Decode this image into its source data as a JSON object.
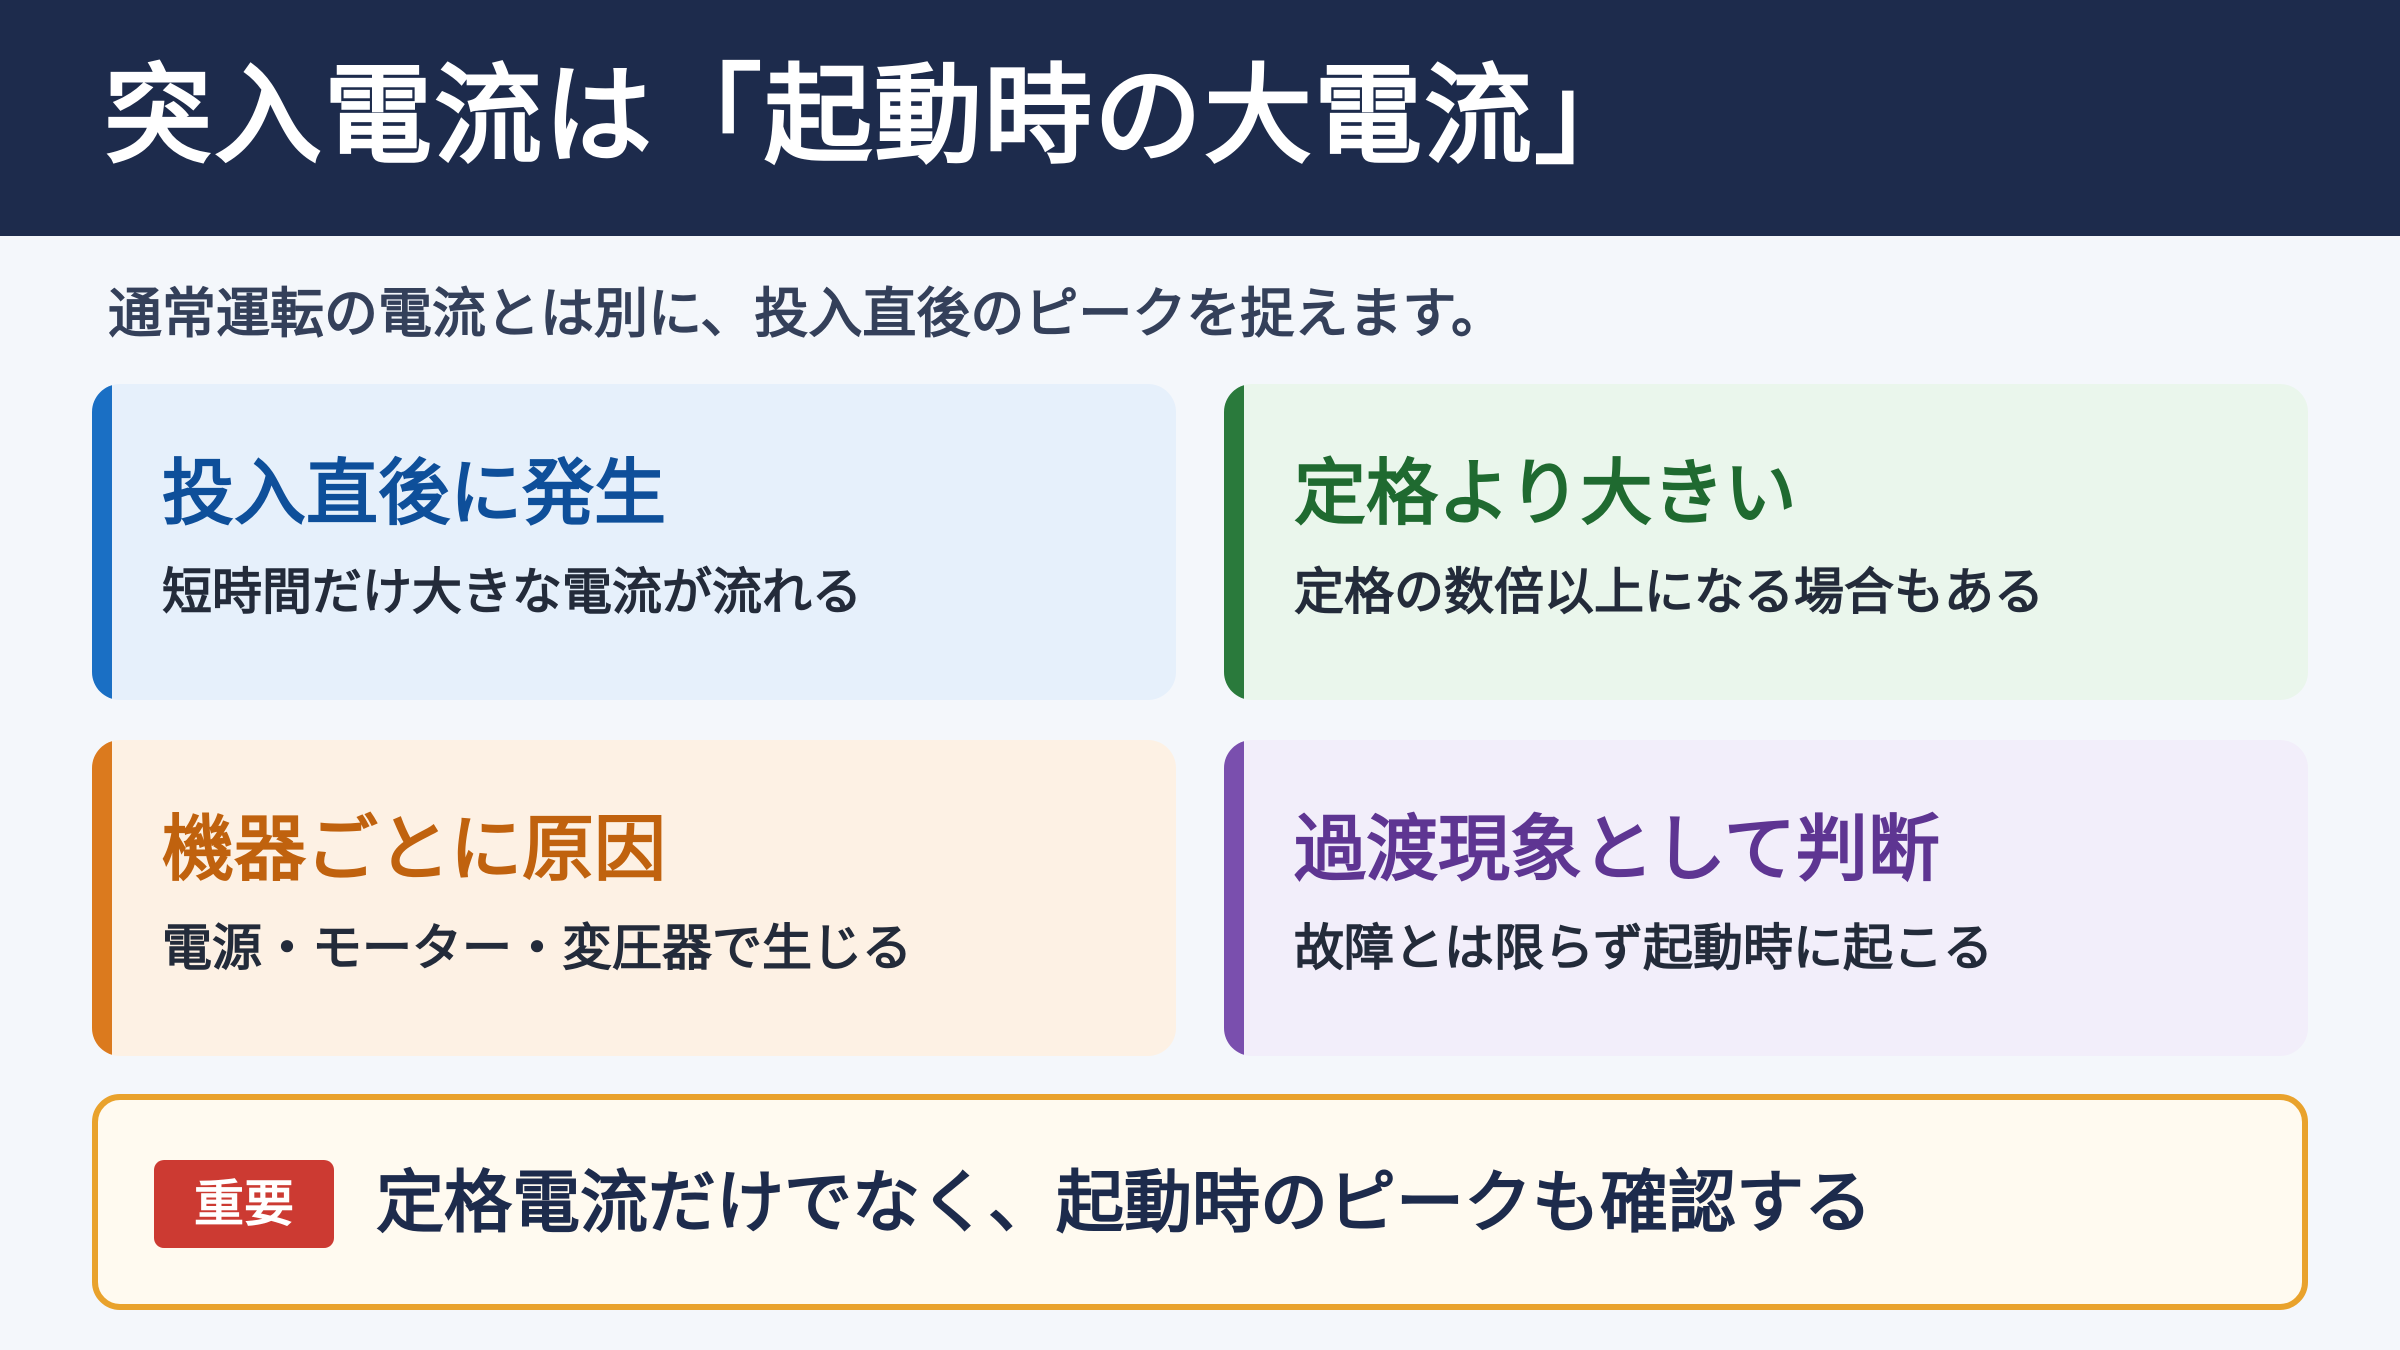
{
  "title": "突入電流は「起動時の大電流」",
  "subtitle": "通常運転の電流とは別に、投入直後のピークを捉えます。",
  "cards": [
    {
      "title": "投入直後に発生",
      "text": "短時間だけ大きな電流が流れる",
      "accent": "#1a6fc4"
    },
    {
      "title": "定格より大きい",
      "text": "定格の数倍以上になる場合もある",
      "accent": "#2a7a3c"
    },
    {
      "title": "機器ごとに原因",
      "text": "電源・モーター・変圧器で生じる",
      "accent": "#db7a1e"
    },
    {
      "title": "過渡現象として判断",
      "text": "故障とは限らず起動時に起こる",
      "accent": "#7a4fae"
    }
  ],
  "notice": {
    "badge": "重要",
    "text": "定格電流だけでなく、起動時のピークも確認する",
    "badge_color": "#cc3a32",
    "border_color": "#e9a22c"
  },
  "colors": {
    "header_bg": "#1d2b4c",
    "page_bg": "#f4f7fb"
  }
}
